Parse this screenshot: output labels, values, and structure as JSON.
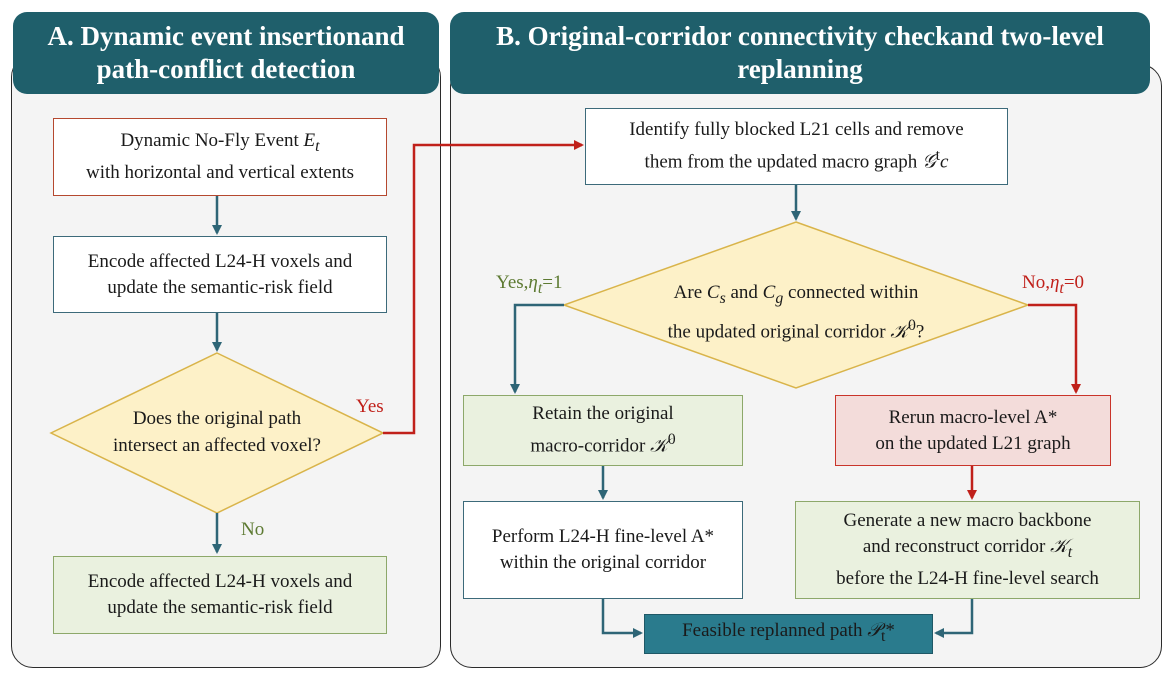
{
  "panel_a": {
    "title_line1": "A. Dynamic event insertionand",
    "title_line2": "path-conflict detection",
    "event_box": {
      "line1_prefix": "Dynamic No-Fly Event ",
      "line1_sym": "E",
      "line1_sub": "t",
      "line2": "with horizontal and vertical extents"
    },
    "encode_box": {
      "line1": "Encode affected L24-H voxels and",
      "line2": "update the semantic-risk field"
    },
    "decision": {
      "line1": "Does the original path",
      "line2": "intersect an affected voxel?"
    },
    "yes_label": "Yes",
    "no_label": "No",
    "encode_box_2": {
      "line1": "Encode affected L24-H voxels and",
      "line2": "update the semantic-risk field"
    }
  },
  "panel_b": {
    "title_line1": "B. Original-corridor connectivity checkand two-level",
    "title_line2": "replanning",
    "identify_box": {
      "line1": "Identify fully blocked L21 cells and remove",
      "line2_prefix": "them from the updated macro graph ",
      "line2_sym": "𝒢",
      "line2_sup": "t",
      "line2_suffix": "c"
    },
    "decision": {
      "l1_a": "Are ",
      "l1_cs": "C",
      "l1_cs_sub": "s",
      "l1_b": " and ",
      "l1_cg": "C",
      "l1_cg_sub": "g",
      "l1_c": " connected within",
      "l2_prefix": "the updated original corridor ",
      "l2_sym": "𝒦",
      "l2_sup": "0",
      "l2_suffix": "?"
    },
    "yes_label": {
      "text": "Yes,",
      "sym": "η",
      "sub": "t",
      "val": "=1"
    },
    "no_label": {
      "text": "No,",
      "sym": "η",
      "sub": "t",
      "val": "=0"
    },
    "retain_box": {
      "line1": "Retain the original",
      "line2_prefix": "macro-corridor ",
      "line2_sym": "𝒦",
      "line2_sup": "0"
    },
    "rerun_box": {
      "line1": "Rerun macro-level A*",
      "line2": "on the updated L21 graph"
    },
    "perform_box": {
      "line1": "Perform L24-H fine-level A*",
      "line2": "within the original corridor"
    },
    "generate_box": {
      "line1": "Generate a new macro backbone",
      "line2_prefix": "and reconstruct corridor ",
      "line2_sym": "𝒦",
      "line2_sub": "t",
      "line3": "before the L24-H fine-level search"
    },
    "final_box": {
      "prefix": "Feasible replanned path ",
      "sym": "𝒫",
      "sub": "t",
      "suffix": "*"
    }
  },
  "colors": {
    "header": "#1f5f6b",
    "arrow_teal": "#2e6576",
    "arrow_red": "#c0201a",
    "decision_fill": "#fdf1c8",
    "decision_stroke": "#d9b44a",
    "green_fill": "#eaf1df",
    "pink_fill": "#f3dcda",
    "final_fill": "#2a7b8d"
  }
}
